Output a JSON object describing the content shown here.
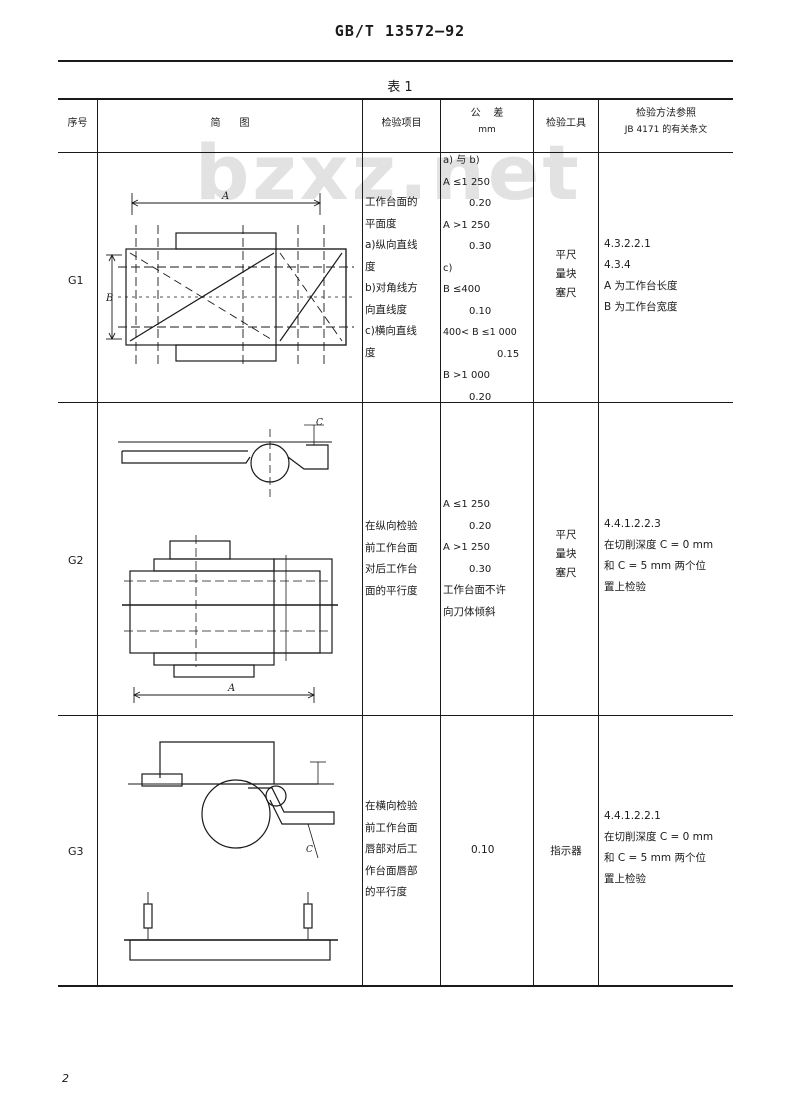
{
  "header": {
    "standard_code": "GB/T 13572—92"
  },
  "watermark": {
    "text": "bzxz.net"
  },
  "table": {
    "caption": "表 1",
    "columns": {
      "seq": "序号",
      "diagram": "简      图",
      "item": "检验项目",
      "tolerance": "公    差",
      "tolerance_unit": "mm",
      "tool": "检验工具",
      "method_line1": "检验方法参照",
      "method_line2": "JB 4171 的有关条文"
    },
    "rows": [
      {
        "seq": "G1",
        "item": [
          "工作台面的",
          "平面度",
          "a)纵向直线",
          "度",
          "b)对角线方",
          "向直线度",
          "c)横向直线",
          "度"
        ],
        "tolerance": [
          "a) 与 b)",
          "A ≤1 250",
          "0.20",
          "A >1 250",
          "0.30",
          "c)",
          "B ≤400",
          "0.10",
          "400< B ≤1 000",
          "0.15",
          "B >1 000",
          "0.20"
        ],
        "tool": [
          "平尺",
          "量块",
          "塞尺"
        ],
        "method": [
          "4.3.2.2.1",
          "4.3.4",
          "A 为工作台长度",
          "B 为工作台宽度"
        ]
      },
      {
        "seq": "G2",
        "item": [
          "在纵向检验",
          "前工作台面",
          "对后工作台",
          "面的平行度"
        ],
        "tolerance": [
          "A ≤1 250",
          "0.20",
          "A >1 250",
          "0.30",
          "工作台面不许",
          "向刀体倾斜"
        ],
        "tool": [
          "平尺",
          "量块",
          "塞尺"
        ],
        "method": [
          "4.4.1.2.2.3",
          "在切削深度 C = 0 mm",
          "和 C = 5 mm 两个位",
          "置上检验"
        ]
      },
      {
        "seq": "G3",
        "item": [
          "在横向检验",
          "前工作台面",
          "唇部对后工",
          "作台面唇部",
          "的平行度"
        ],
        "tolerance": [
          "0.10"
        ],
        "tool": [
          "指示器"
        ],
        "method": [
          "4.4.1.2.2.1",
          "在切削深度 C = 0 mm",
          "和 C = 5 mm 两个位",
          "置上检验"
        ]
      }
    ]
  },
  "diagram_labels": {
    "length": "A",
    "width": "B",
    "depth": "C"
  },
  "footer": {
    "page_number": "2"
  }
}
